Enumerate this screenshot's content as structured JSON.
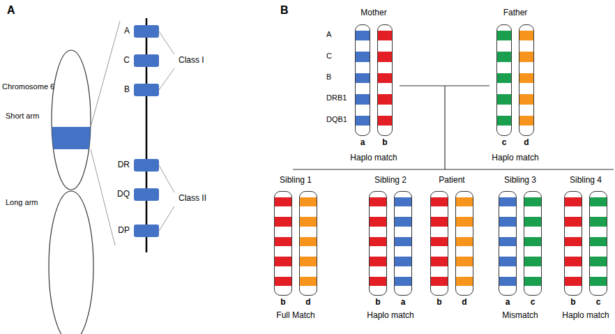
{
  "diagram": {
    "nodes": [
      {
        "text": [
          "Mother",
          "Haplo match"
        ]
      },
      {
        "text": [
          "a"
        ],
        "in": 0
      },
      {
        "text": [
          "b"
        ],
        "in": 0
      },
      {
        "text": [
          "Father",
          "Haplo match"
        ]
      },
      {
        "text": [
          "c"
        ],
        "in": 3
      },
      {
        "text": [
          "d"
        ],
        "in": 3
      },
      {
        "text": [
          "Sibling 1",
          "Full Match"
        ]
      },
      {
        "text": [
          "b"
        ],
        "in": 6
      },
      {
        "text": [
          "d"
        ],
        "in": 6
      },
      {
        "text": [
          "Sibling 2",
          "Haplo match"
        ]
      },
      {
        "text": [
          "b"
        ],
        "in": 9
      },
      {
        "text": [
          "a"
        ],
        "in": 9
      },
      {
        "text": [
          "Patient"
        ]
      },
      {
        "text": [
          "b"
        ],
        "in": 12
      },
      {
        "text": [
          "d"
        ],
        "in": 12
      },
      {
        "text": [
          "Sibling 3",
          "Mismatch"
        ]
      },
      {
        "text": [
          "a"
        ],
        "in": 15
      },
      {
        "text": [
          "c"
        ],
        "in": 15
      },
      {
        "text": [
          "Sibling 4",
          "Haplo match"
        ]
      },
      {
        "text": [
          "b"
        ],
        "in": 18
      },
      {
        "text": [
          "c"
        ],
        "in": 18
      }
    ],
    "edges": [
      {
        "from": 0,
        "to": 3,
        "arrow": "none"
      }
    ],
    "labels": [
      "A",
      "Chromosome 6",
      "Short arm",
      "Long arm",
      "A",
      "C",
      "B",
      "Class I",
      "DR",
      "DQ",
      "DP",
      "Class II",
      "B",
      "A",
      "C",
      "B",
      "DRB1",
      "DQB1"
    ]
  }
}
